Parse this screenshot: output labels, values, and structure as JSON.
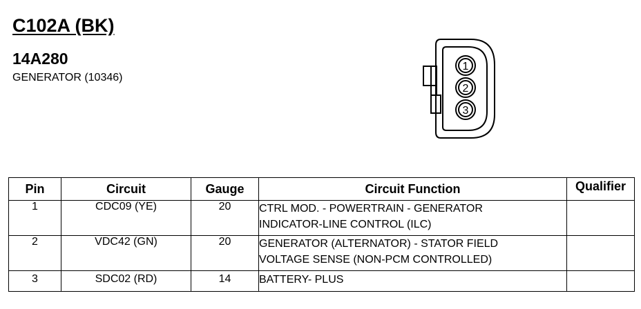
{
  "header": {
    "connector_id": "C102A (BK)",
    "part_number": "14A280",
    "description": "GENERATOR (10346)"
  },
  "connector_diagram": {
    "pin_labels": [
      "1",
      "2",
      "3"
    ]
  },
  "table": {
    "headers": {
      "pin": "Pin",
      "circuit": "Circuit",
      "gauge": "Gauge",
      "function": "Circuit Function",
      "qualifier": "Qualifier"
    },
    "rows": [
      {
        "pin": "1",
        "circuit": "CDC09 (YE)",
        "gauge": "20",
        "function_line1": "CTRL MOD. - POWERTRAIN - GENERATOR",
        "function_line2": "INDICATOR-LINE CONTROL (ILC)",
        "qualifier": ""
      },
      {
        "pin": "2",
        "circuit": "VDC42 (GN)",
        "gauge": "20",
        "function_line1": "GENERATOR (ALTERNATOR) - STATOR FIELD",
        "function_line2": "VOLTAGE SENSE (NON-PCM CONTROLLED)",
        "qualifier": ""
      },
      {
        "pin": "3",
        "circuit": "SDC02 (RD)",
        "gauge": "14",
        "function_line1": "BATTERY- PLUS",
        "function_line2": "",
        "qualifier": ""
      }
    ]
  }
}
